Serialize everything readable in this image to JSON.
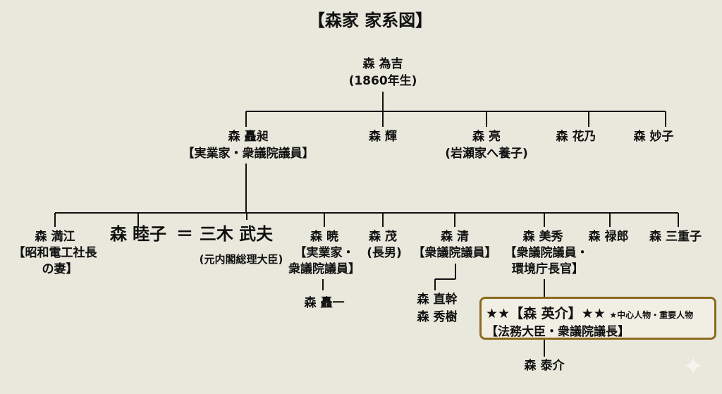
{
  "title": "【森家 家系図】",
  "gen1": {
    "name": "森 為吉",
    "note": "(1860年生)"
  },
  "gen2": [
    {
      "name": "森 矗昶",
      "note": "【実業家・衆議院議員】"
    },
    {
      "name": "森 輝"
    },
    {
      "name": "森 亮",
      "note": "(岩瀬家へ養子)"
    },
    {
      "name": "森 花乃"
    },
    {
      "name": "森 妙子"
    }
  ],
  "gen3": {
    "mitsue": {
      "name": "森 満江",
      "note1": "【昭和電工社長",
      "note2": "の妻】"
    },
    "mutsuko": {
      "name": "森 睦子"
    },
    "marriage_symbol": "＝",
    "miki": {
      "name": "三木 武夫",
      "note": "(元内閣総理大臣)"
    },
    "akira": {
      "name": "森 暁",
      "note1": "【実業家・",
      "note2": "衆議院議員】"
    },
    "shigeru": {
      "name": "森 茂",
      "note": "(長男)"
    },
    "kiyoshi": {
      "name": "森 清",
      "note": "【衆議院議員】"
    },
    "yoshihide": {
      "name": "森 美秀",
      "note1": "【衆議院議員・",
      "note2": "環境庁長官】"
    },
    "rokuro": {
      "name": "森 禄郎"
    },
    "mieko": {
      "name": "森 三重子"
    }
  },
  "gen4": {
    "akira_child": "森 矗一",
    "kiyoshi_children": [
      "森 直幹",
      "森 秀樹"
    ],
    "featured": {
      "name": "★★【森 英介】★★",
      "legend": "★中心人物・重要人物",
      "note": "【法務大臣・衆議院議長】"
    }
  },
  "gen5": {
    "name": "森 泰介"
  },
  "colors": {
    "background": "#e9e8dc",
    "highlight_border": "#8a6a1e"
  }
}
